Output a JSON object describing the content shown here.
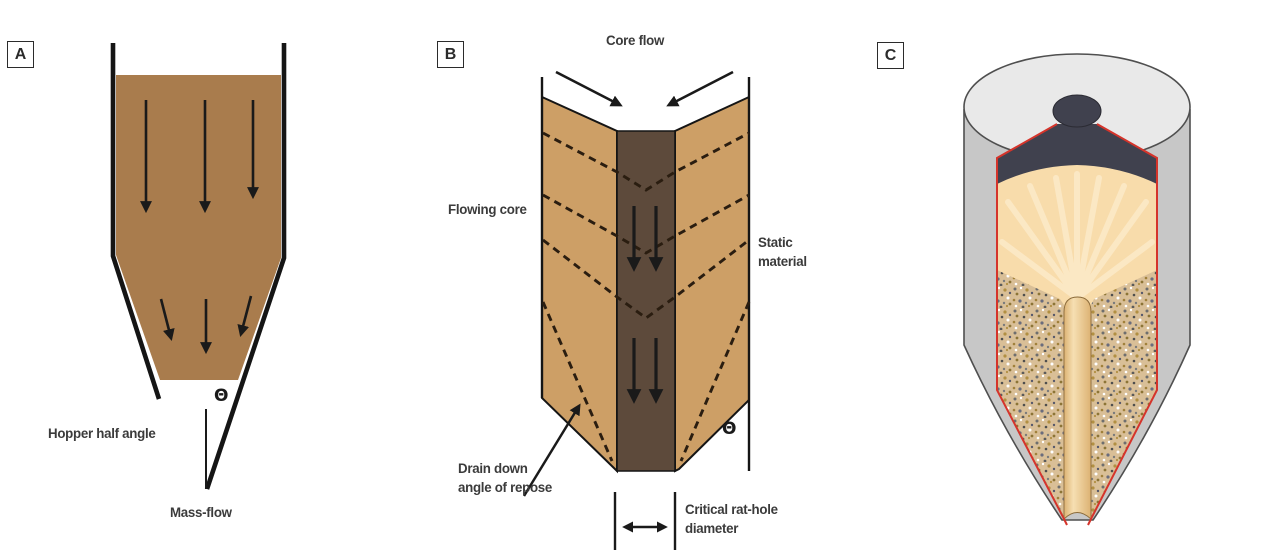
{
  "figure": {
    "title_visible": "",
    "panels": {
      "a": {
        "tag": "A",
        "theta": "Θ",
        "labels": {
          "hopper_half_angle": "Hopper half angle",
          "mass_flow": "Mass-flow"
        },
        "flow_type": "Mass-flow hopper with uniform downward flow arrows"
      },
      "b": {
        "tag": "B",
        "theta": "Θ",
        "labels": {
          "core_flow": "Core flow",
          "flowing_core": "Flowing core",
          "static_material": "Static\nmaterial",
          "drain_down": "Drain down\nangle of repose",
          "critical_rathole": "Critical rat-hole\ndiameter"
        },
        "flow_type": "Core-flow hopper with central flowing channel and static side material"
      },
      "c": {
        "tag": "C",
        "flow_type": "3D cutaway of silo showing rat-hole"
      }
    },
    "colors": {
      "hopper_brown": "#a97c4d",
      "flow_tan": "#cd9f66",
      "core_dark": "#5d4a3b",
      "dash_brown": "#2a1d10",
      "line_black": "#1a1a1a",
      "text_grey": "#3b3b3b",
      "red_outline": "#d5342b",
      "silo_grey": "#c7c7c7",
      "silo_top_grey": "#e9e9e9",
      "charcoal": "#40414e",
      "peach": "#f8dcab",
      "grain_base": "#d9bf97",
      "column_light": "#f6dfb2",
      "column_dark": "#dcb273",
      "streak_light": "#fdeccd"
    }
  }
}
